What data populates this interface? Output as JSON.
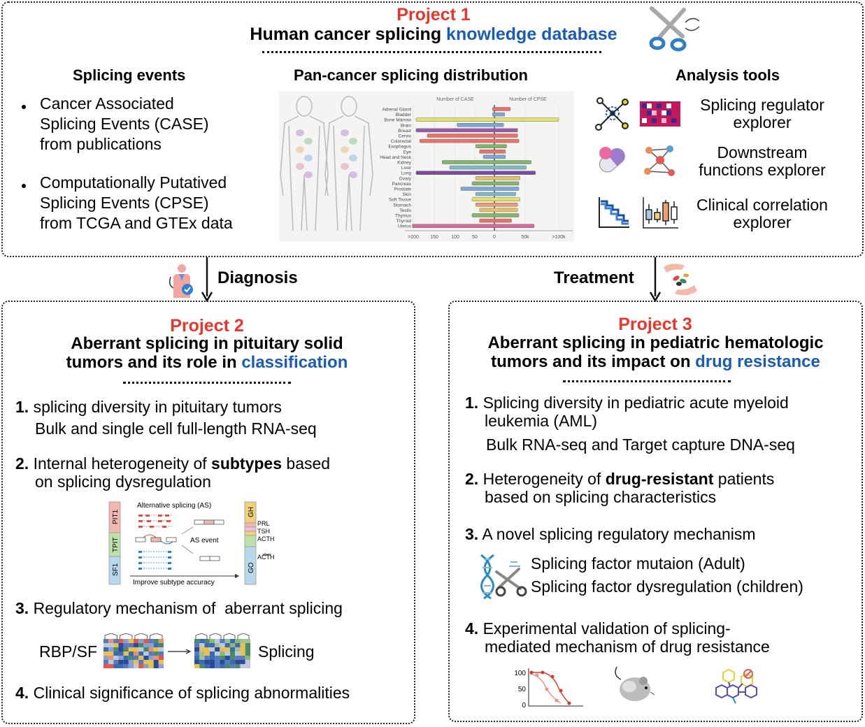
{
  "project1": {
    "label": "Project 1",
    "title_prefix": "Human cancer splicing ",
    "title_highlight": "knowledge database",
    "col1": {
      "heading": "Splicing events",
      "bullet1": [
        "Cancer Associated",
        "Splicing Events (CASE)",
        "from publications"
      ],
      "bullet2": [
        "Computationally Putatived",
        "Splicing Events (CPSE)",
        "from TCGA and GTEx data"
      ]
    },
    "col2": {
      "heading": "Pan-cancer splicing distribution"
    },
    "col3": {
      "heading": "Analysis tools",
      "tools": [
        {
          "line1": "Splicing regulator",
          "line2": "explorer"
        },
        {
          "line1": "Downstream",
          "line2": "functions explorer"
        },
        {
          "line1": "Clinical correlation",
          "line2": "explorer"
        }
      ]
    }
  },
  "arrows": {
    "left": "Diagnosis",
    "right": "Treatment"
  },
  "project2": {
    "label": "Project 2",
    "title_line1": "Aberrant splicing in pituitary solid",
    "title_line2_prefix": "tumors and its role in ",
    "title_line2_highlight": "classification",
    "items": [
      {
        "num": "1.",
        "text": "splicing diversity in pituitary tumors",
        "sub": "Bulk and single cell full-length RNA-seq"
      },
      {
        "num": "2.",
        "text_prefix": "Internal heterogeneity of ",
        "text_bold": "subtypes",
        "text_suffix": " based",
        "line2": "on splicing dysregulation"
      },
      {
        "num": "3.",
        "text": "Regulatory mechanism of  aberrant splicing"
      },
      {
        "num": "4.",
        "text": "Clinical significance of splicing abnormalities"
      }
    ],
    "as_figure": {
      "title": "Alternative splicing (AS)",
      "left_labels": [
        "PIT1",
        "TPIT",
        "SF1"
      ],
      "right_labels": [
        "GH",
        "GO"
      ],
      "hormones": [
        "PRL",
        "TSH",
        "ACTH",
        "ACTH"
      ],
      "silent": "silent",
      "event": "AS event",
      "footer": "Improve subtype accuracy"
    },
    "heatmap_left": "RBP/SF",
    "heatmap_right": "Splicing"
  },
  "project3": {
    "label": "Project 3",
    "title_line1": "Aberrant splicing in pediatric hematologic",
    "title_line2_prefix": "tumors and its impact on ",
    "title_line2_highlight": "drug resistance",
    "items": [
      {
        "num": "1.",
        "line1": "Splicing diversity in pediatric acute myeloid",
        "line2": "leukemia (AML)",
        "sub": "Bulk RNA-seq and Target capture DNA-seq"
      },
      {
        "num": "2.",
        "text_prefix": "Heterogeneity of ",
        "text_bold": "drug-resistant",
        "text_suffix": " patients",
        "line2": "based on splicing characteristics"
      },
      {
        "num": "3.",
        "text": "A novel splicing regulatory mechanism",
        "sub1": "Splicing factor mutaion (Adult)",
        "sub2": "Splicing factor dysregulation (children)"
      },
      {
        "num": "4.",
        "line1": "Experimental validation of splicing-",
        "line2": "mediated mechanism of drug resistance"
      }
    ],
    "curve_ticks": [
      "100",
      "50",
      "0"
    ]
  },
  "chart_data": {
    "type": "bar",
    "left_axis_title": "Number of CASE",
    "right_axis_title": "Number of CPSE",
    "categories": [
      "Adrenal Gland",
      "Bladder",
      "Bone Marrow",
      "Brain",
      "Breast",
      "Cervix",
      "Colorectal",
      "Esophagus",
      "Eye",
      "Head and Neck",
      "Kidney",
      "Liver",
      "Lung",
      "Ovary",
      "Pancreas",
      "Prostate",
      "Skin",
      "Soft Tissue",
      "Stomach",
      "Testis",
      "Thymus",
      "Thyroid",
      "Uterus"
    ],
    "left_ticks": [
      ">200",
      "150",
      "100",
      "50",
      "0"
    ],
    "right_ticks": [
      "50k",
      ">100k"
    ],
    "case_values": [
      5,
      5,
      210,
      100,
      210,
      180,
      200,
      50,
      40,
      30,
      140,
      120,
      210,
      50,
      60,
      90,
      50,
      60,
      50,
      40,
      60,
      40,
      220
    ],
    "cpse_values": [
      26,
      17,
      105,
      15,
      38,
      38,
      40,
      20,
      18,
      18,
      60,
      52,
      67,
      42,
      40,
      40,
      35,
      42,
      38,
      38,
      40,
      28,
      65
    ]
  },
  "colors": {
    "red": "#e8362c",
    "blue": "#1a5bb5",
    "bars": [
      "#e8736a",
      "#7fa6d6",
      "#e3e06a",
      "#7fa6d6",
      "#9a5aa8",
      "#e8736a",
      "#e8736a",
      "#82b56a",
      "#e8736a",
      "#7fa6d6",
      "#82b56a",
      "#7fb8c8",
      "#7a4aa0",
      "#e3c06a",
      "#82b56a",
      "#7fa6d6",
      "#7fb8c8",
      "#e3e06a",
      "#e8a06a",
      "#e8c06a",
      "#82b56a",
      "#e8736a",
      "#d96a9a"
    ]
  }
}
